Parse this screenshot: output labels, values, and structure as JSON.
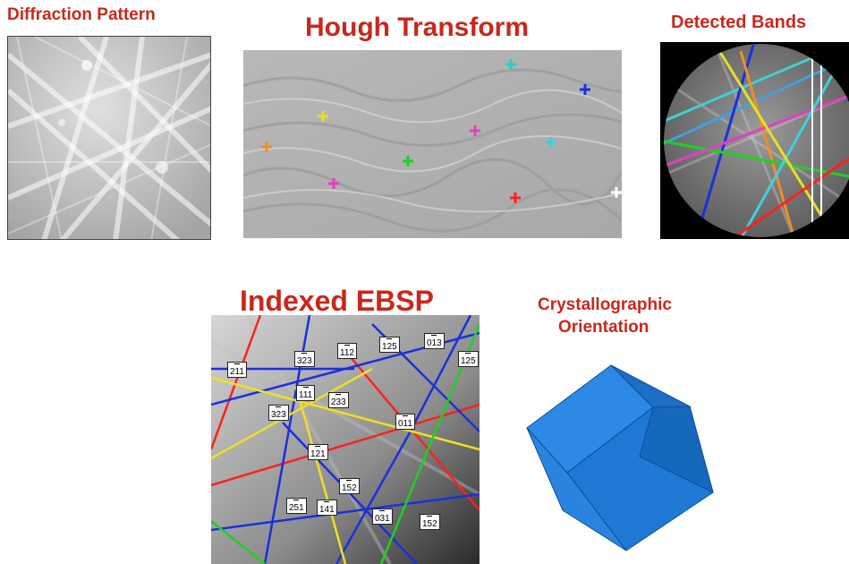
{
  "titles": {
    "diffraction": "Diffraction Pattern",
    "hough": "Hough Transform",
    "bands": "Detected Bands",
    "indexed": "Indexed EBSP",
    "orientation_line1": "Crystallographic",
    "orientation_line2": "Orientation"
  },
  "colors": {
    "title": "#c8281c",
    "cube": "#1f78d4",
    "band_red": "#ff2020",
    "band_blue": "#1a2fe0",
    "band_yellow": "#f0e020",
    "band_green": "#20d020"
  },
  "index_labels": [
    "211",
    "323",
    "112",
    "125",
    "013",
    "125",
    "111",
    "233",
    "323",
    "011",
    "121",
    "152",
    "251",
    "141",
    "031",
    "152"
  ]
}
